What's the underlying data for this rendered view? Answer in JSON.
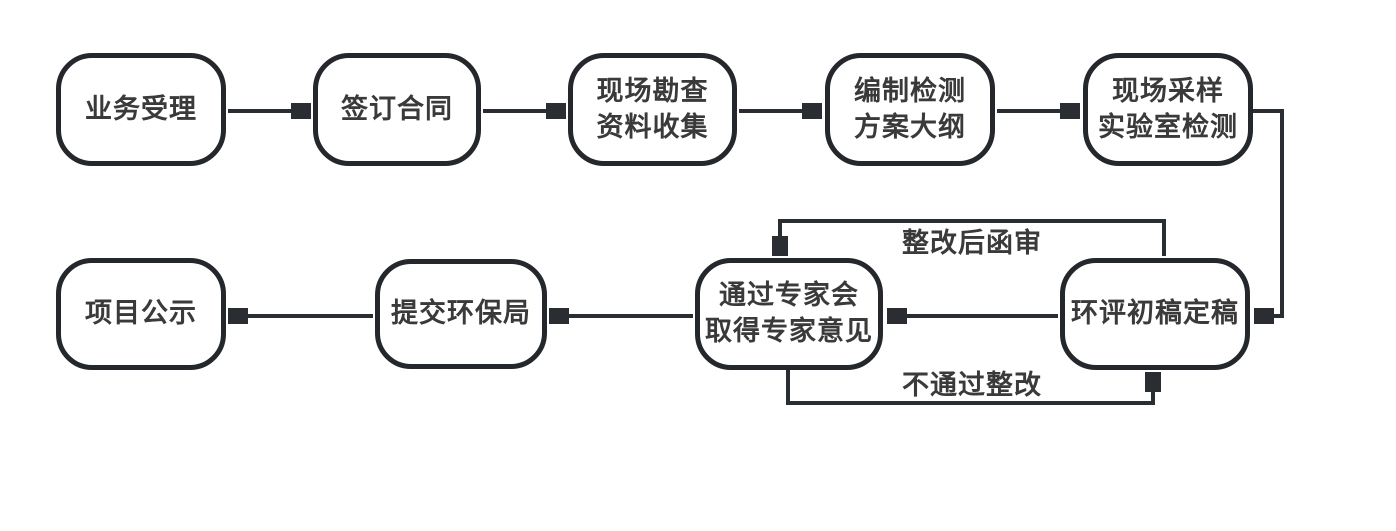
{
  "diagram": {
    "colors": {
      "background": "#ffffff",
      "node_border": "#24272b",
      "arrow": "#2a2d31",
      "text": "#3a3a3a"
    },
    "nodes": [
      {
        "id": "business-acceptance",
        "lines": [
          "业务受理"
        ]
      },
      {
        "id": "sign-contract",
        "lines": [
          "签订合同"
        ]
      },
      {
        "id": "site-survey-data-collection",
        "lines": [
          "现场勘查",
          "资料收集"
        ]
      },
      {
        "id": "testing-plan-outline",
        "lines": [
          "编制检测",
          "方案大纲"
        ]
      },
      {
        "id": "sampling-lab-testing",
        "lines": [
          "现场采样",
          "实验室检测"
        ]
      },
      {
        "id": "eia-draft-finalize",
        "lines": [
          "环评初稿定稿"
        ]
      },
      {
        "id": "expert-review",
        "lines": [
          "通过专家会",
          "取得专家意见"
        ]
      },
      {
        "id": "submit-epa",
        "lines": [
          "提交环保局"
        ]
      },
      {
        "id": "project-publicity",
        "lines": [
          "项目公示"
        ]
      }
    ],
    "edges": [
      {
        "from": "业务受理",
        "to": "签订合同",
        "label": ""
      },
      {
        "from": "签订合同",
        "to": "现场勘查资料收集",
        "label": ""
      },
      {
        "from": "现场勘查资料收集",
        "to": "编制检测方案大纲",
        "label": ""
      },
      {
        "from": "编制检测方案大纲",
        "to": "现场采样实验室检测",
        "label": ""
      },
      {
        "from": "现场采样实验室检测",
        "to": "环评初稿定稿",
        "label": ""
      },
      {
        "from": "环评初稿定稿",
        "to": "通过专家会取得专家意见",
        "label": ""
      },
      {
        "from": "通过专家会取得专家意见",
        "to": "提交环保局",
        "label": ""
      },
      {
        "from": "提交环保局",
        "to": "项目公示",
        "label": ""
      },
      {
        "from": "环评初稿定稿",
        "to": "通过专家会取得专家意见",
        "label": "整改后函审"
      },
      {
        "from": "通过专家会取得专家意见",
        "to": "环评初稿定稿",
        "label": "不通过整改"
      }
    ],
    "edge_labels": {
      "revision_letter_review": "整改后函审",
      "fail_rectify": "不通过整改"
    }
  }
}
